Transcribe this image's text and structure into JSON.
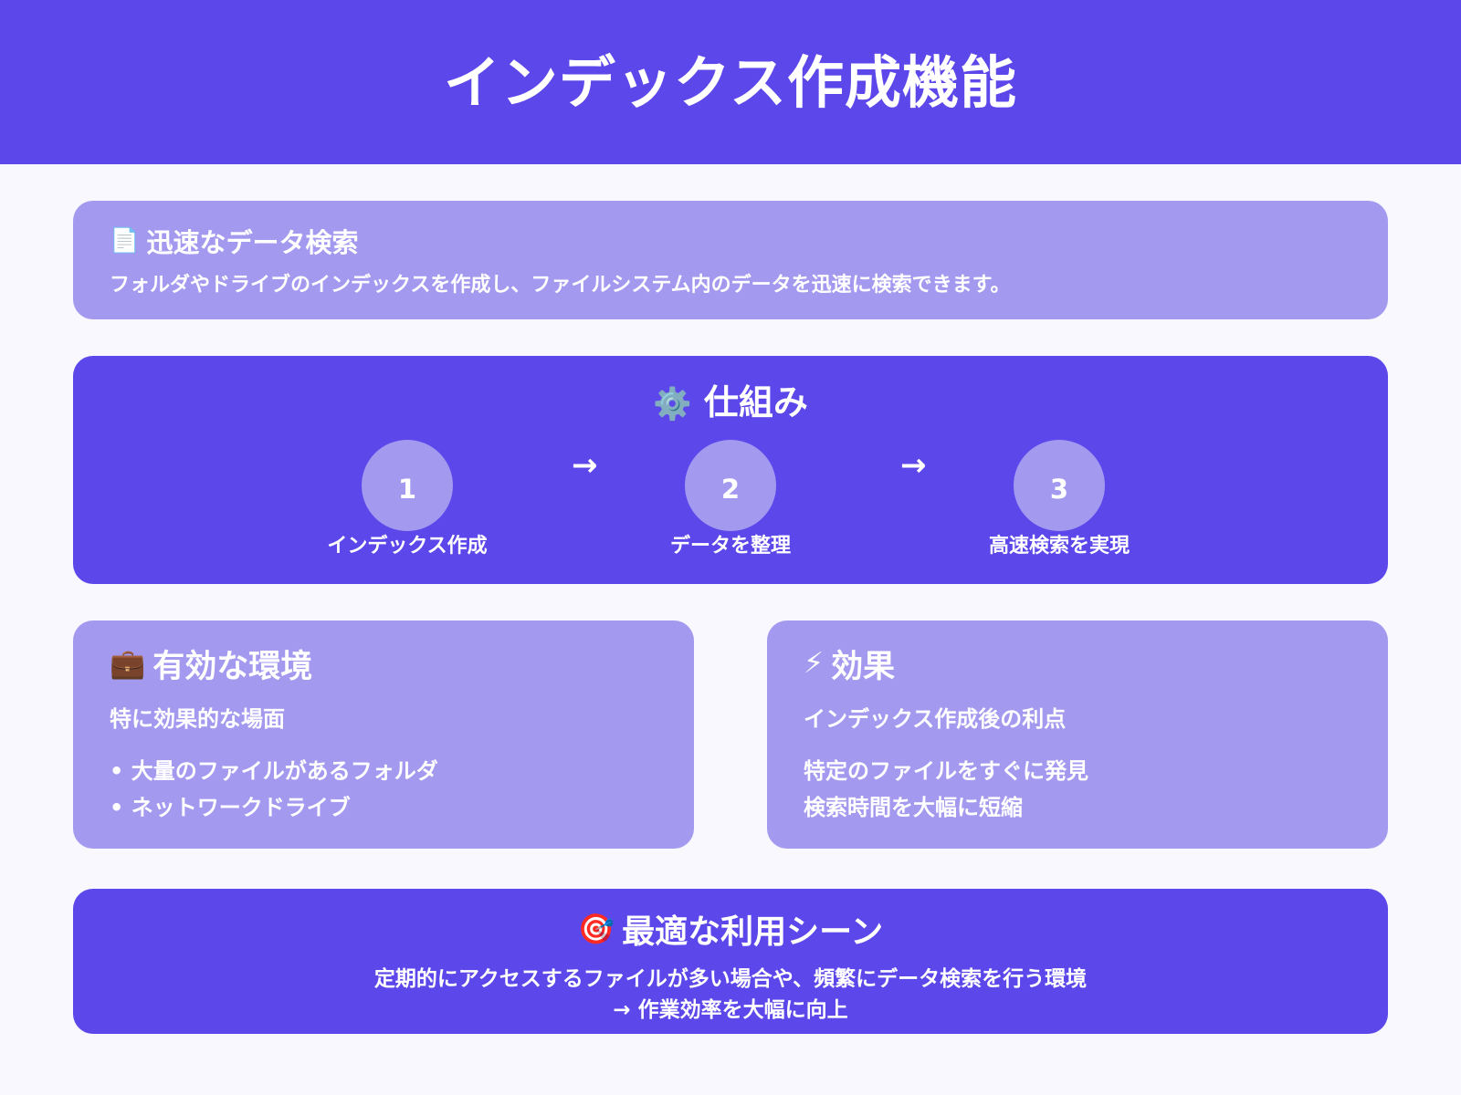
{
  "header": {
    "title": "インデックス作成機能"
  },
  "search_section": {
    "icon": "📄",
    "title": "迅速なデータ検索",
    "description": "フォルダやドライブのインデックスを作成し、ファイルシステム内のデータを迅速に検索できます。"
  },
  "mechanism": {
    "icon": "⚙️",
    "title": "仕組み",
    "arrow": "→",
    "steps": [
      {
        "number": "1",
        "label": "インデックス作成"
      },
      {
        "number": "2",
        "label": "データを整理"
      },
      {
        "number": "3",
        "label": "高速検索を実現"
      }
    ]
  },
  "environment": {
    "icon": "💼",
    "title": "有効な環境",
    "subtitle": "特に効果的な場面",
    "items": [
      "• 大量のファイルがあるフォルダ",
      "• ネットワークドライブ"
    ]
  },
  "effect": {
    "icon": "⚡",
    "title": "効果",
    "subtitle": "インデックス作成後の利点",
    "items": [
      "特定のファイルをすぐに発見",
      "検索時間を大幅に短縮"
    ]
  },
  "scene": {
    "icon": "🎯",
    "title": "最適な利用シーン",
    "lines": [
      "定期的にアクセスするファイルが多い場合や、頻繁にデータ検索を行う環境",
      "→ 作業効率を大幅に向上"
    ]
  },
  "colors": {
    "primary": "#5b47ea",
    "light": "#a39af0",
    "background": "#f8f8fe",
    "text": "#ffffff"
  }
}
